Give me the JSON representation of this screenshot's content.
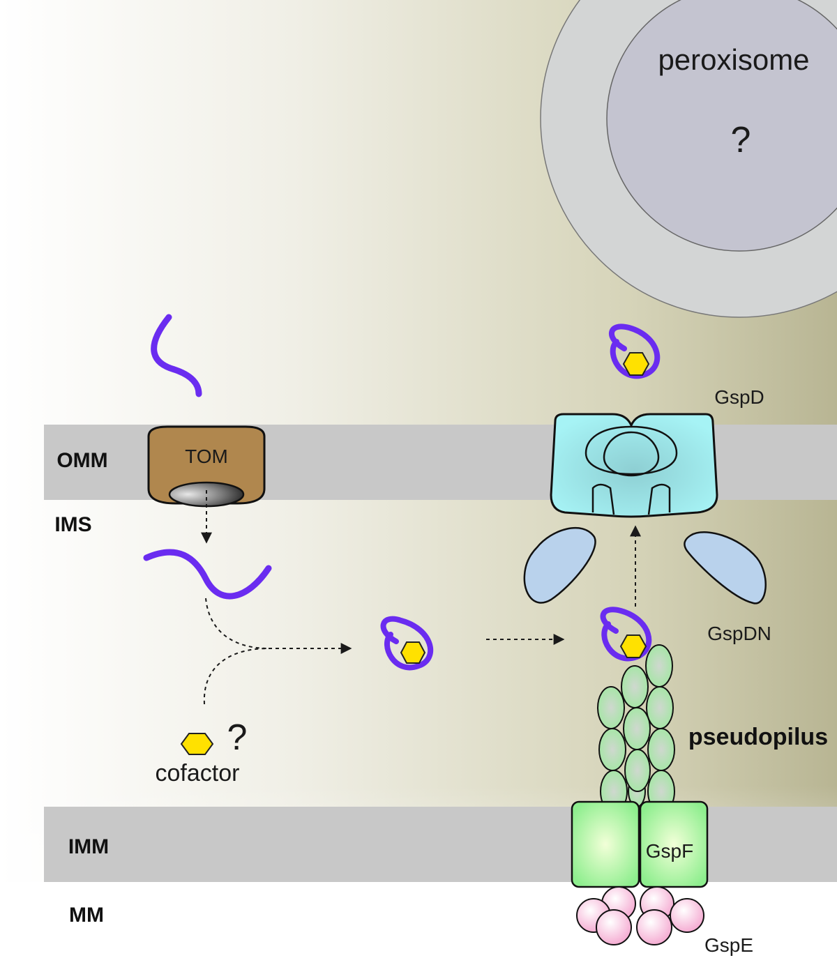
{
  "labels": {
    "peroxisome": "peroxisome",
    "peroxisome_q": "?",
    "omm": "OMM",
    "ims": "IMS",
    "imm": "IMM",
    "mm": "MM",
    "tom": "TOM",
    "gspd": "GspD",
    "gspdn": "GspDN",
    "pseudopilus": "pseudopilus",
    "gspf": "GspF",
    "gspe": "GspE",
    "cofactor": "cofactor",
    "cofactor_q": "?"
  },
  "colors": {
    "membrane": "#c8c8c8",
    "protein_chain": "#6a2cf0",
    "cofactor": "#ffe100",
    "tom": "#b0874e",
    "gspd": "#9ff0f0",
    "gspdn": "#b9d2ec",
    "pseudopilus": "#a8eaa8",
    "gspf": "#9af29a",
    "gspe": "#f7bcd9",
    "peroxisome": "#c4c4d0"
  }
}
